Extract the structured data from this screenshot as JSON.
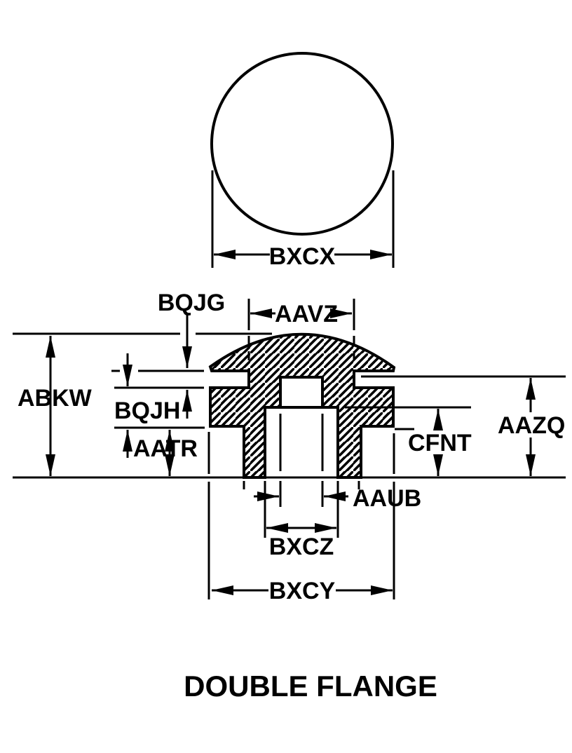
{
  "drawing": {
    "title": "DOUBLE FLANGE",
    "views": {
      "top": {
        "label_bxcx": "BXCX"
      },
      "section": {
        "label_bqjg": "BQJG",
        "label_aavz": "AAVZ",
        "label_abkw": "ABKW",
        "label_bqjh": "BQJH",
        "label_aatr": "AATR",
        "label_cfnt": "CFNT",
        "label_aazq": "AAZQ",
        "label_aaub": "AAUB",
        "label_bxcz": "BXCZ",
        "label_bxcy": "BXCY"
      }
    },
    "colors": {
      "ink": "#000000",
      "paper": "#ffffff"
    }
  }
}
